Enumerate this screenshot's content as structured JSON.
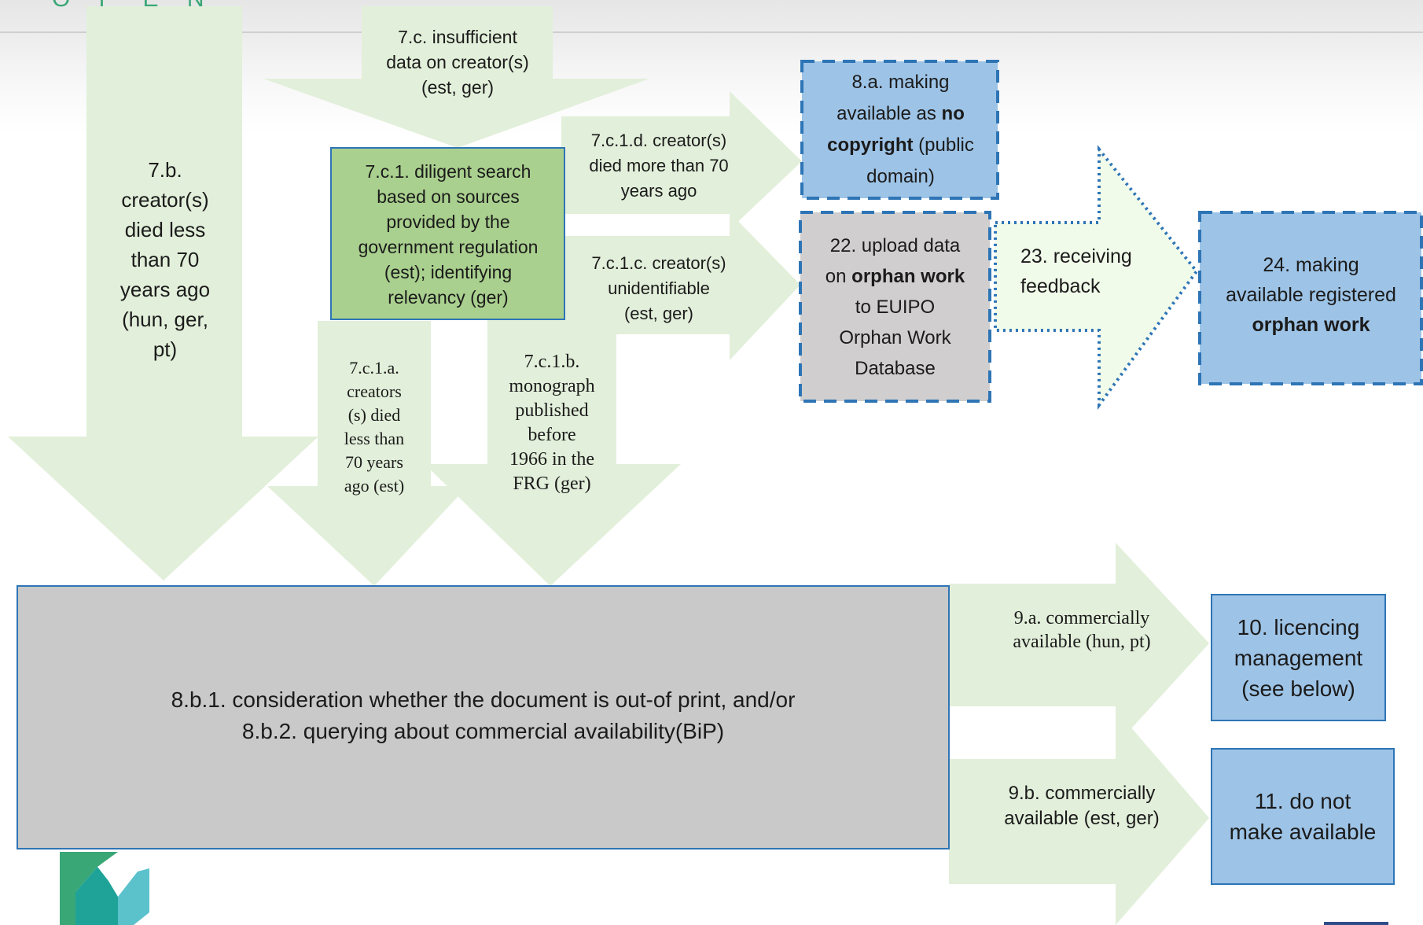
{
  "brand": {
    "text": "O P E N"
  },
  "nodes": {
    "n7b": "7.b.\ncreator(s)\ndied less\nthan 70\nyears ago\n(hun, ger,\npt)",
    "n7c": "7.c. insufficient\ndata on creator(s)\n(est, ger)",
    "n7c1": "7.c.1. diligent search\nbased on sources\nprovided by the\ngovernment regulation\n(est); identifying\nrelevancy (ger)",
    "n7c1d": "7.c.1.d. creator(s)\ndied more than 70\nyears ago",
    "n7c1c": "7.c.1.c. creator(s)\nunidentifiable\n(est, ger)",
    "n7c1a": "7.c.1.a.\ncreators\n(s) died\nless than\n70 years\nago (est)",
    "n7c1b": "7.c.1.b.\nmonograph\npublished\nbefore\n1966 in the\nFRG (ger)",
    "n8a": {
      "pre": "8.a. making\navailable as ",
      "bold": "no\ncopyright",
      "post": " (public\ndomain)"
    },
    "n22": {
      "pre": "22. upload data\non ",
      "bold": "orphan work",
      "post": "\nto EUIPO\nOrphan Work\nDatabase"
    },
    "n23": "23. receiving\nfeedback",
    "n24": {
      "pre": "24. making\navailable registered\n",
      "bold": "orphan work",
      "post": ""
    },
    "n8b": "8.b.1. consideration whether the document is out-of print, and/or\n8.b.2. querying about commercial availability(BiP)",
    "n9a": "9.a. commercially\navailable (hun, pt)",
    "n9b": "9.b. commercially\navailable (est, ger)",
    "n10": "10. licencing\nmanagement\n(see below)",
    "n11": "11. do not\nmake available"
  },
  "colors": {
    "arrow_fill": "#e2efda",
    "arrow_light": "#eef7e8",
    "green_box": "#a9d08e",
    "blue_box": "#9dc3e6",
    "gray_box": "#c9c9c9",
    "gray_box_light": "#d0cece",
    "box_border": "#2e75b6",
    "dotted_border": "#2e75b6"
  }
}
